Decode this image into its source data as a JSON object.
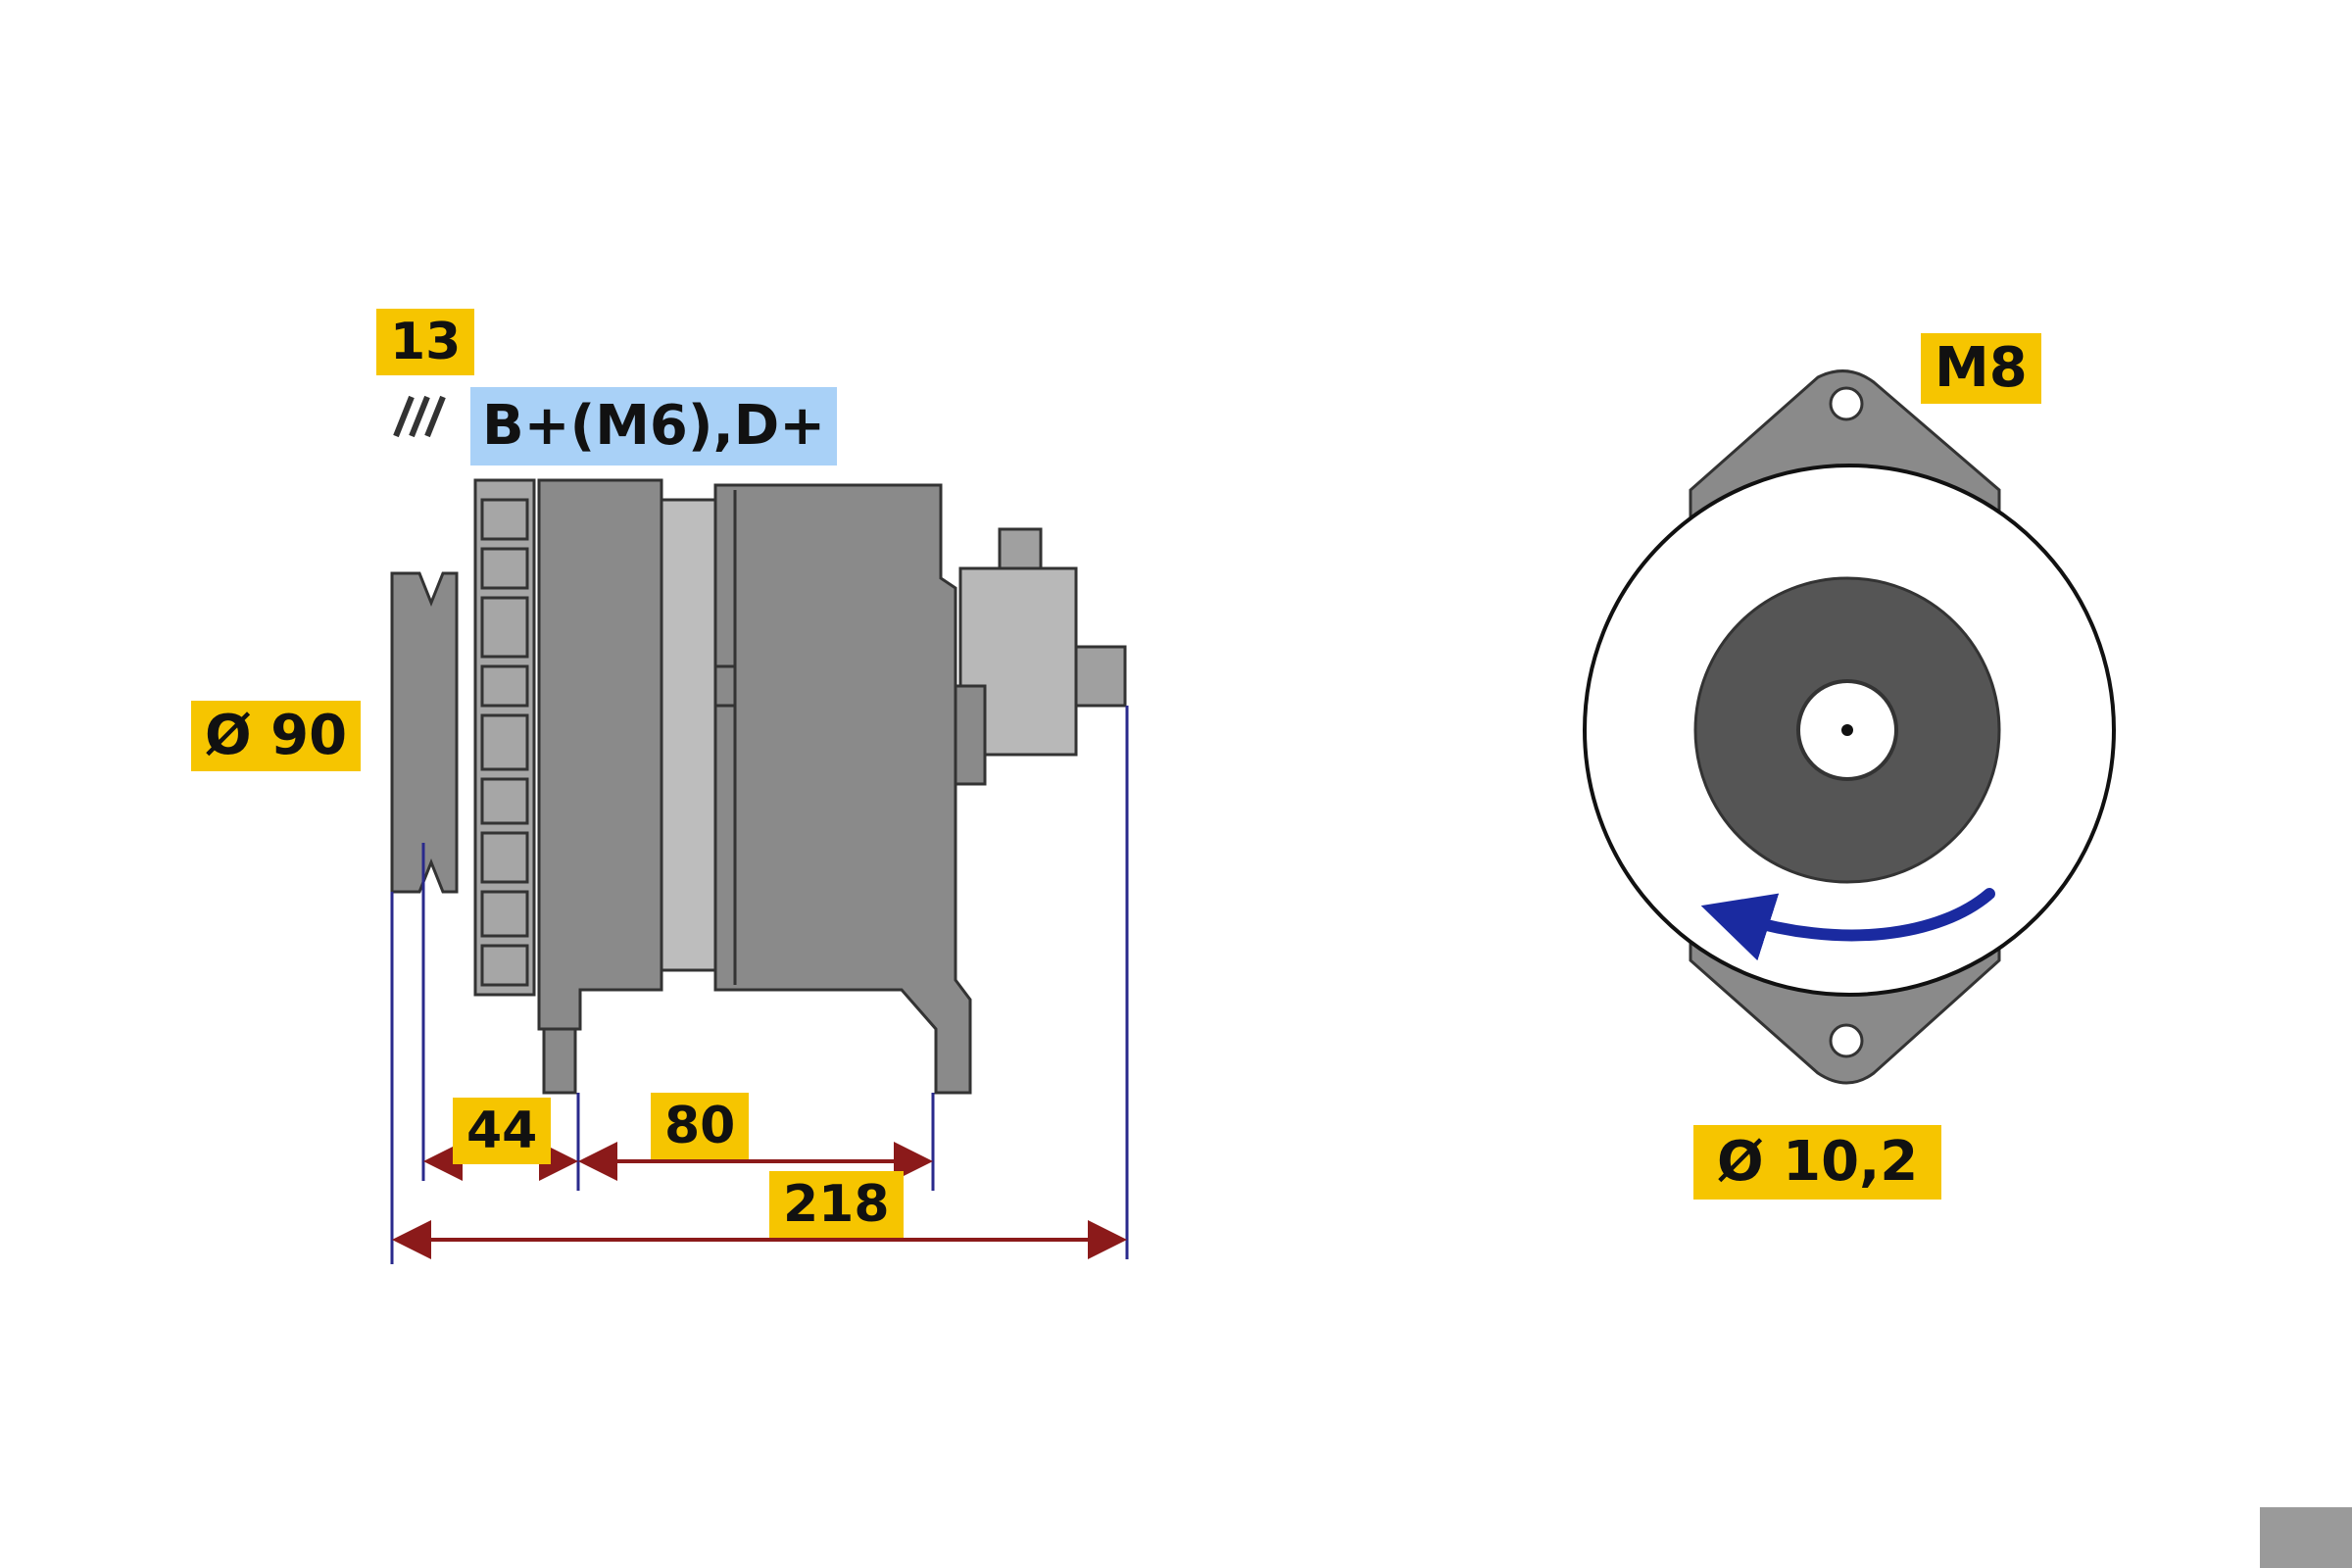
{
  "labels": {
    "pulley_width": "13",
    "terminals": "B+(M6),D+",
    "pulley_diameter": "Ø 90",
    "dim_a": "44",
    "dim_b": "80",
    "dim_total": "218",
    "mount_thread": "M8",
    "mount_hole": "Ø 10,2"
  },
  "colors": {
    "label_bg": "#f6c500",
    "terminal_bg": "#a9d1f7",
    "body": "#8a8a8a",
    "body_dark": "#555555",
    "dimension": "#8b1a1a",
    "extension": "#2a2a8c",
    "rotation_arrow": "#1a2aa0"
  },
  "icons": {
    "hatch": "hatch-icon",
    "rotation": "rotation-arrow-icon"
  }
}
